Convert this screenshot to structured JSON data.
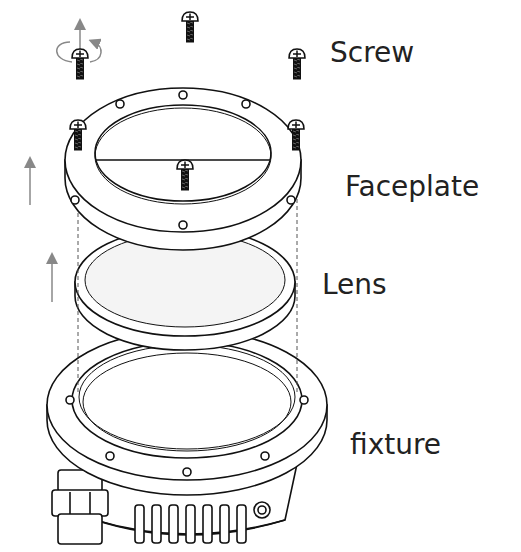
{
  "diagram": {
    "labels": [
      "Screw",
      "Faceplate",
      "Lens",
      "fixture"
    ]
  }
}
